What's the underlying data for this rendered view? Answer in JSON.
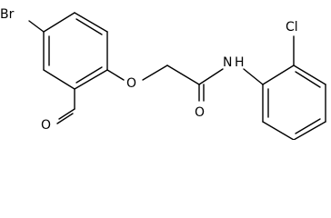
{
  "molecule": {
    "atoms": {
      "br": "Br",
      "o_ether": "O",
      "o_aldehyde": "O",
      "o_amide": "O",
      "nh": "N",
      "h": "H",
      "cl": "Cl"
    },
    "bond_color": "#000000",
    "label_color": "#000000"
  }
}
